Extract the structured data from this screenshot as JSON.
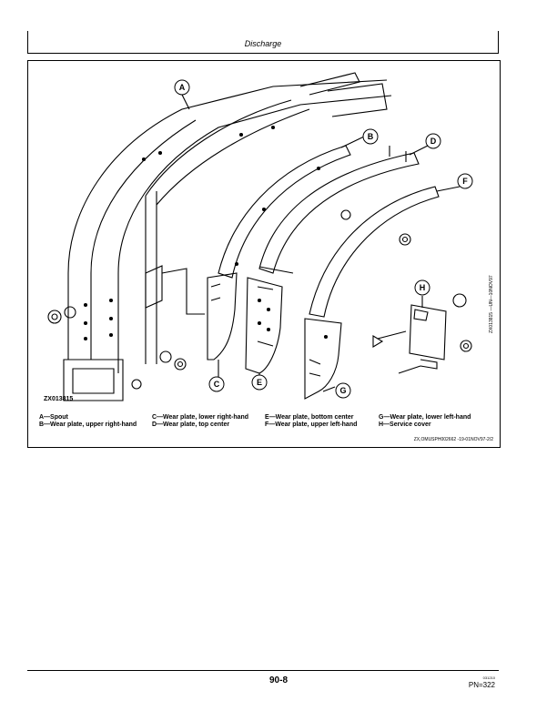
{
  "header": {
    "section_title": "Discharge"
  },
  "figure": {
    "figure_id": "ZX013815",
    "vertical_ref": "ZX013815 —UN—10NOV97",
    "callouts": [
      "A",
      "B",
      "C",
      "D",
      "E",
      "F",
      "G",
      "H"
    ],
    "legend": [
      [
        "A—Spout",
        "B—Wear plate, upper right-hand"
      ],
      [
        "C—Wear plate, lower right-hand",
        "D—Wear plate, top center"
      ],
      [
        "E—Wear plate, bottom center",
        "F—Wear plate, upper left-hand"
      ],
      [
        "G—Wear plate, lower left-hand",
        "H—Service cover"
      ]
    ],
    "doc_ref": "ZX,OMUSPH002662 -19-01NOV97-2/2"
  },
  "footer": {
    "page_number": "90-8",
    "small_code": "031210",
    "pn": "PN=322"
  }
}
